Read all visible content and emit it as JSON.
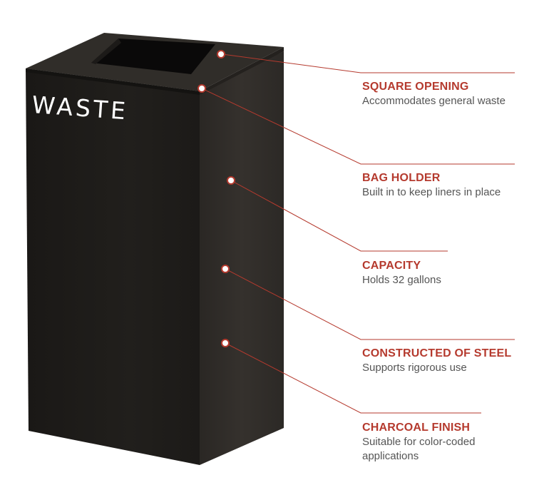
{
  "colors": {
    "accent": "#b53a2e",
    "bin_body": "#1f1d1b",
    "bin_side": "#2b2825",
    "bin_top": "#33302c",
    "label_text": "#ffffff",
    "description_text": "#555555"
  },
  "bin": {
    "label": "WASTE"
  },
  "callouts": [
    {
      "title": "SQUARE OPENING",
      "description": "Accommodates general waste"
    },
    {
      "title": "BAG HOLDER",
      "description": "Built in to keep liners in place"
    },
    {
      "title": "CAPACITY",
      "description": "Holds 32 gallons"
    },
    {
      "title": "CONSTRUCTED OF STEEL",
      "description": "Supports rigorous use"
    },
    {
      "title": "CHARCOAL FINISH",
      "description": "Suitable for color-coded applications"
    }
  ]
}
